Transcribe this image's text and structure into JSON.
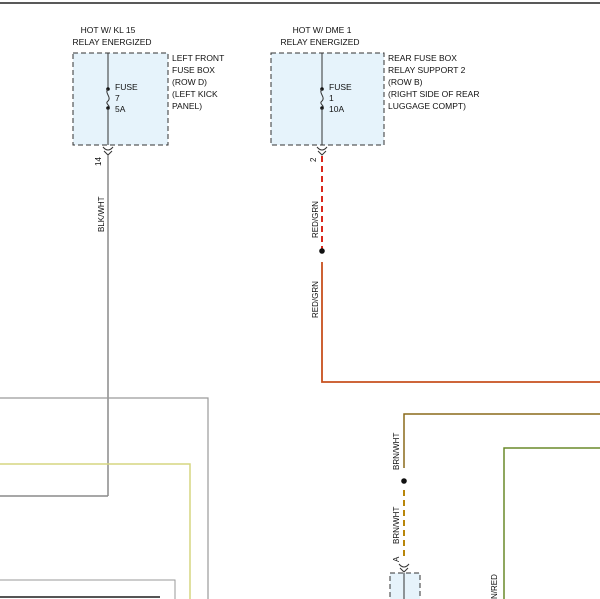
{
  "fuse_left": {
    "header_line1": "HOT W/ KL 15",
    "header_line2": "RELAY ENERGIZED",
    "fuse_label": "FUSE",
    "fuse_number": "7",
    "fuse_rating": "5A",
    "location_lines": [
      "LEFT FRONT",
      "FUSE BOX",
      "(ROW D)",
      "(LEFT KICK",
      "PANEL)"
    ],
    "pin": "14",
    "wire_color_label": "BLK/WHT"
  },
  "fuse_right": {
    "header_line1": "HOT W/ DME 1",
    "header_line2": "RELAY ENERGIZED",
    "fuse_label": "FUSE",
    "fuse_number": "1",
    "fuse_rating": "10A",
    "location_lines": [
      "REAR FUSE BOX",
      "RELAY SUPPORT 2",
      "(ROW B)",
      "(RIGHT SIDE OF REAR",
      "LUGGAGE COMPT)"
    ],
    "pin": "2",
    "wire_color_label_upper": "RED/GRN",
    "wire_color_label_lower": "RED/GRN"
  },
  "lower_right": {
    "wire_color_label_upper": "BRN/WHT",
    "wire_color_label_lower": "BRN/WHT",
    "pin": "A",
    "wire_color_label_partial": "N/RED"
  },
  "colors": {
    "fuse_box_fill": "#e6f3fb",
    "wire_blk_wht": "#8a8a8a",
    "wire_red_grn": "#d9281c",
    "wire_red_grn_solid": "#c8501e",
    "wire_brn_wht": "#8a6a1a",
    "wire_yellow": "#d6d680",
    "wire_green": "#6a8a2a"
  }
}
